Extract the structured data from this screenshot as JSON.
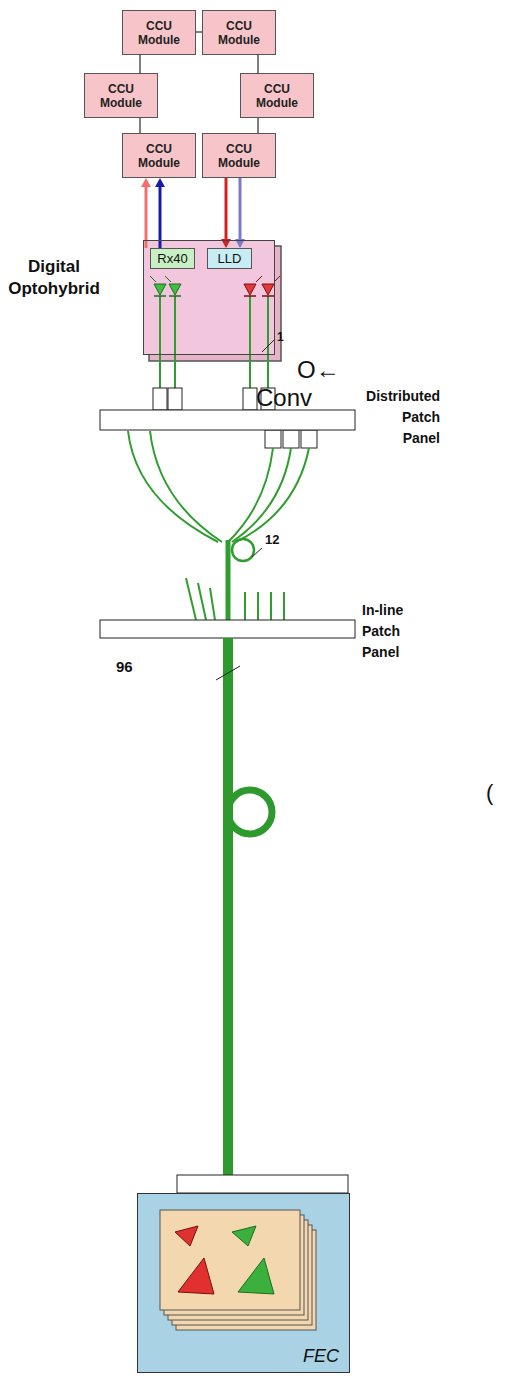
{
  "diagram": {
    "nodes": [
      {
        "text": [
          "CCU Module"
        ]
      },
      {
        "text": [
          "CCU Module"
        ]
      },
      {
        "text": [
          "CCU Module"
        ]
      },
      {
        "text": [
          "CCU Module"
        ]
      },
      {
        "text": [
          "CCU Module"
        ]
      },
      {
        "text": [
          "CCU Module"
        ]
      },
      {
        "text": [
          "Digital Optohybrid"
        ]
      },
      {
        "text": [
          "Rx40"
        ],
        "in": 6
      },
      {
        "text": [
          "LLD"
        ],
        "in": 6
      },
      {
        "text": [
          "FEC"
        ]
      }
    ],
    "edges": [
      {
        "from": 0,
        "to": 1,
        "arrow": "none"
      },
      {
        "from": 0,
        "to": 2,
        "arrow": "none"
      },
      {
        "from": 1,
        "to": 3,
        "arrow": "none"
      },
      {
        "from": 2,
        "to": 4,
        "arrow": "none"
      },
      {
        "from": 3,
        "to": 5,
        "arrow": "none"
      },
      {
        "from": 7,
        "to": 4,
        "arrow": "to"
      },
      {
        "from": 7,
        "to": 4,
        "arrow": "to"
      },
      {
        "from": 5,
        "to": 8,
        "arrow": "to"
      },
      {
        "from": 5,
        "to": 8,
        "arrow": "to"
      }
    ],
    "labels": [
      "O←",
      "Conv",
      "Distributed Patch Panel",
      "In-line Patch Panel",
      "1",
      "12",
      "96",
      "("
    ]
  }
}
